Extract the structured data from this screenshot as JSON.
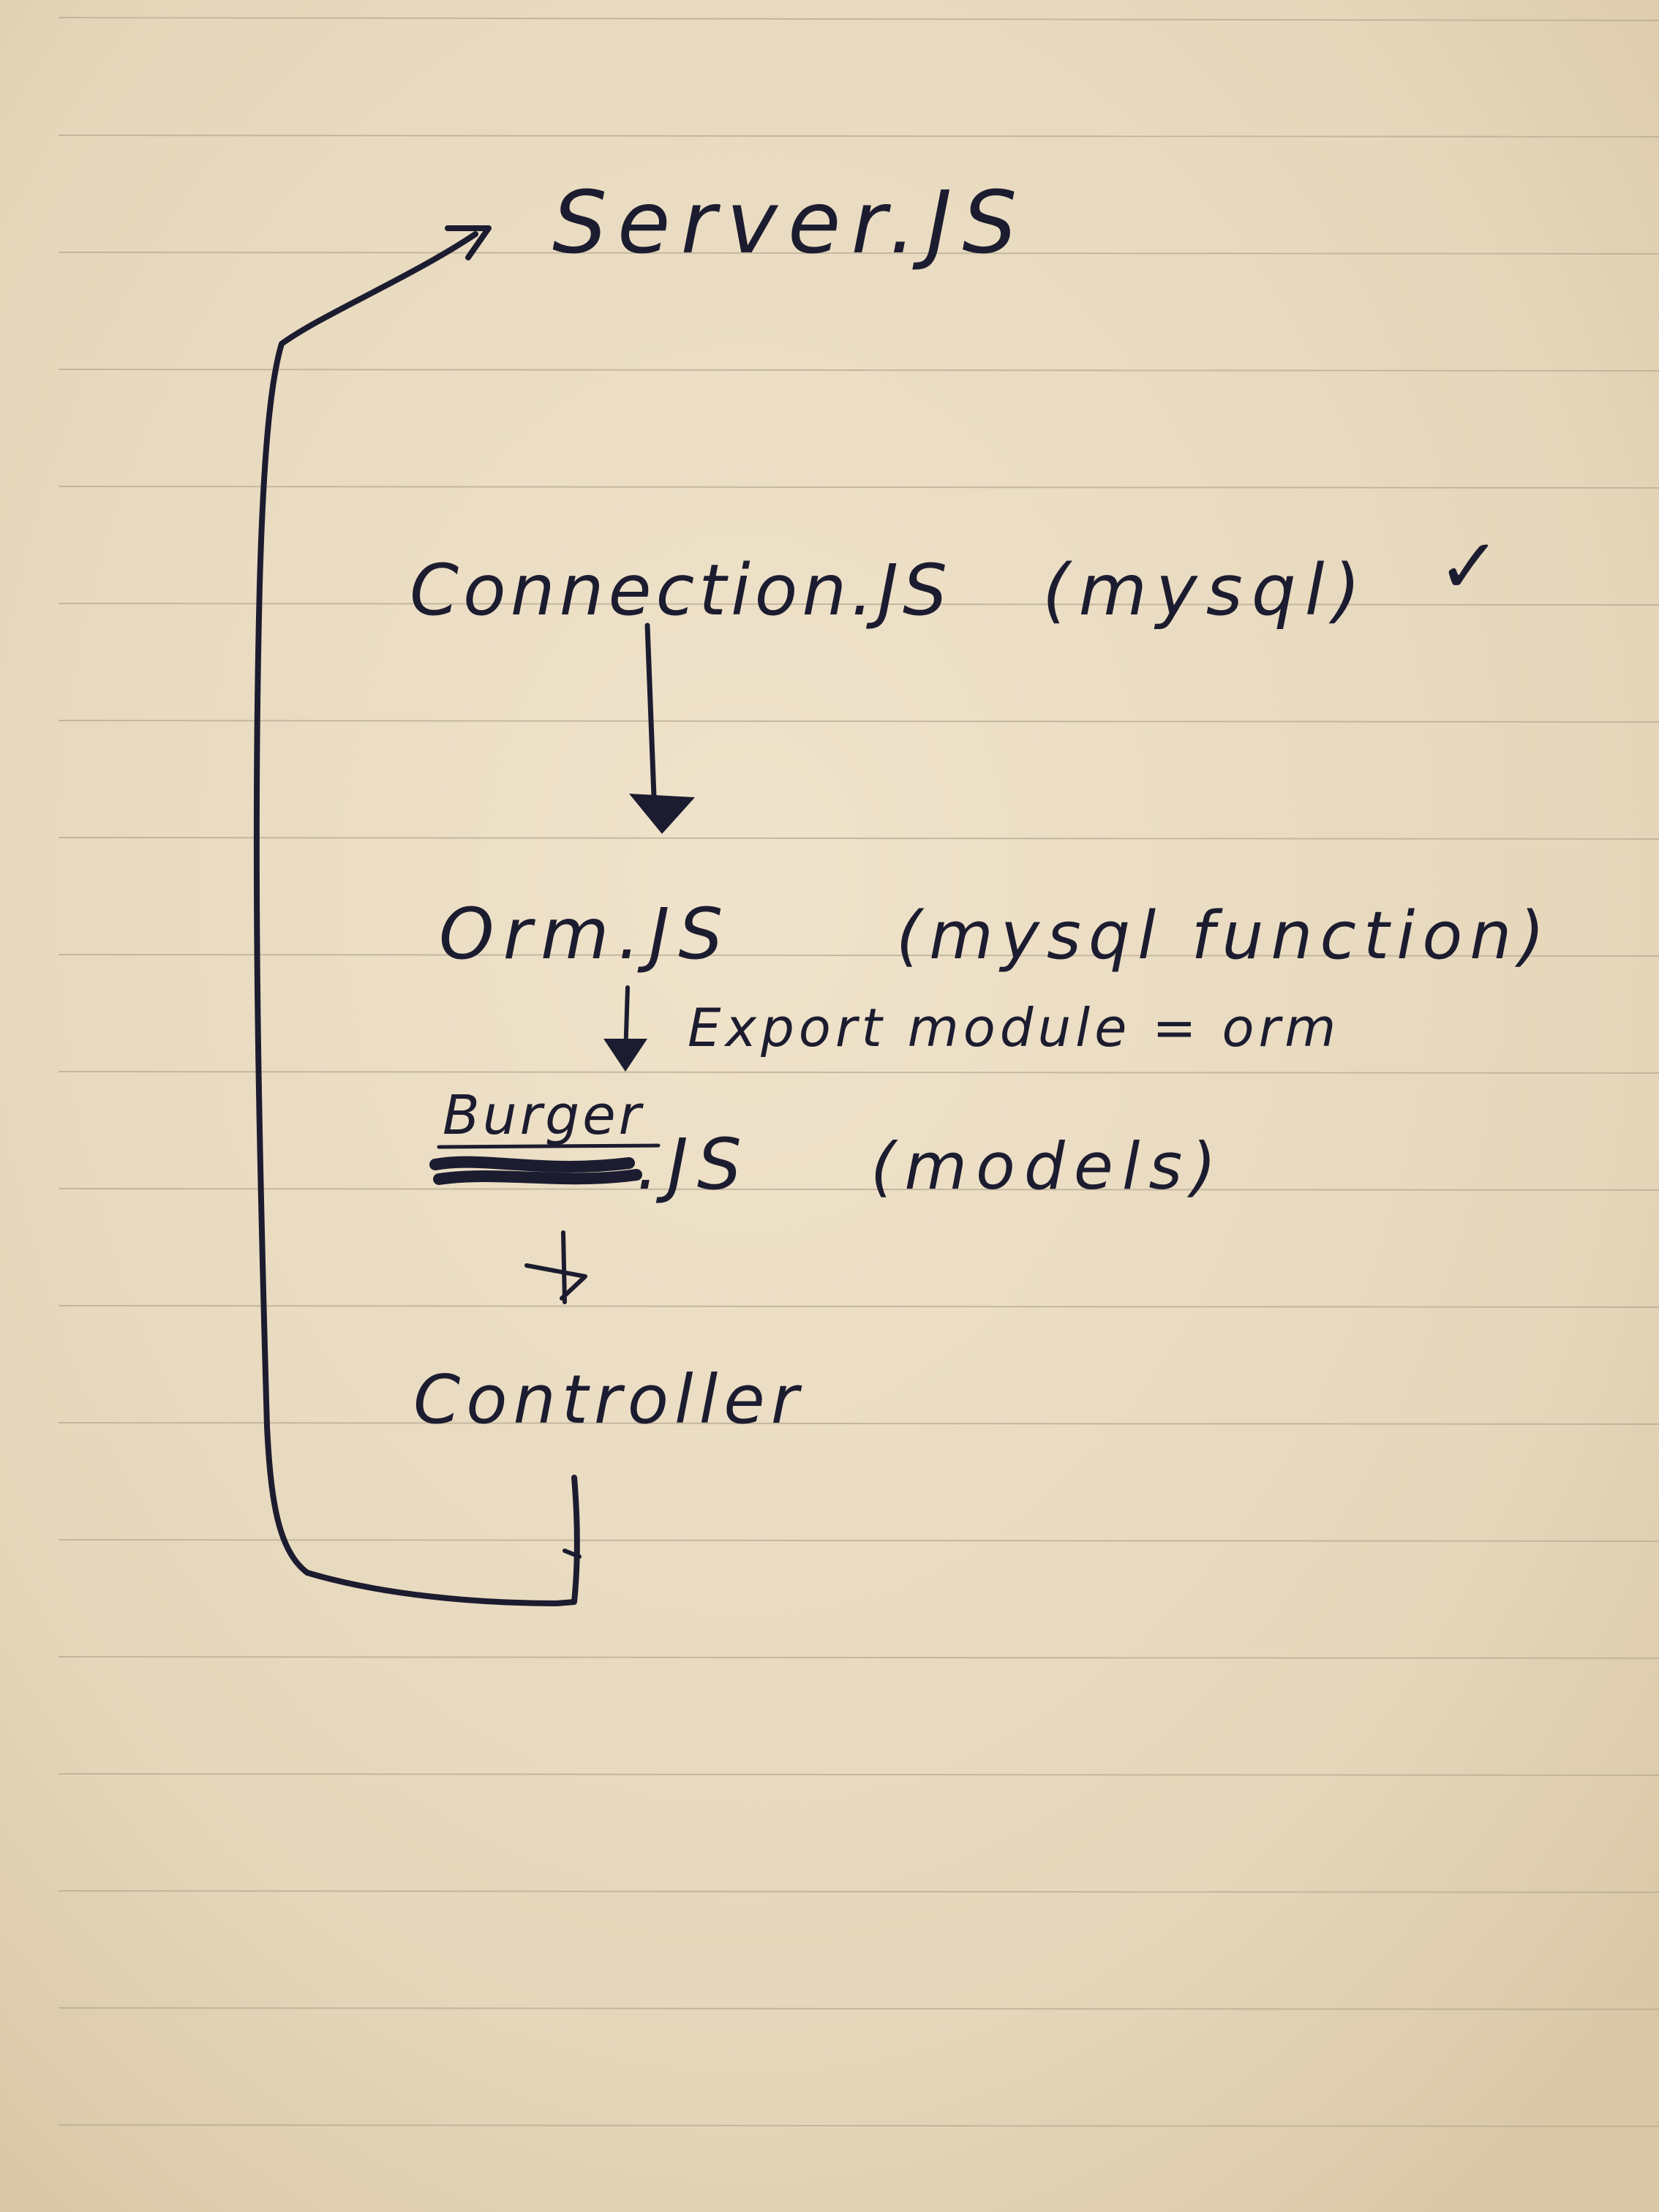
{
  "nodes": {
    "server": "Server.JS",
    "connection": "Connection.JS",
    "connection_note": "(mysql)",
    "check": "✓",
    "orm": "Orm.JS",
    "orm_note": "(mysql function)",
    "export_note": "Export module = orm",
    "burger_label": "Burger",
    "burger_ext": ".JS",
    "burger_note": "(models)",
    "controller": "Controller"
  },
  "colors": {
    "paper": "#e9dcc2",
    "ink": "#1c1c30",
    "rule": "#b9ab92"
  }
}
